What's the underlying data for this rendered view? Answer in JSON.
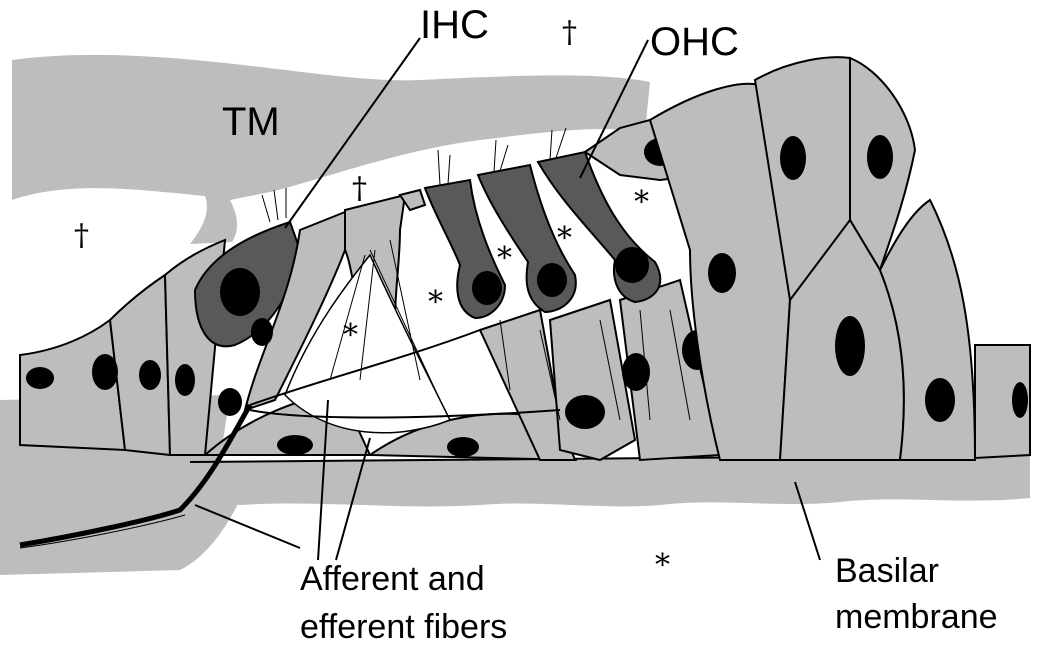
{
  "labels": {
    "ihc": "IHC",
    "ohc": "OHC",
    "tm": "TM",
    "fibers_line1": "Afferent and",
    "fibers_line2": "efferent fibers",
    "basilar_line1": "Basilar",
    "basilar_line2": "membrane"
  },
  "markers": {
    "dagger": "†",
    "asterisk": "*"
  }
}
